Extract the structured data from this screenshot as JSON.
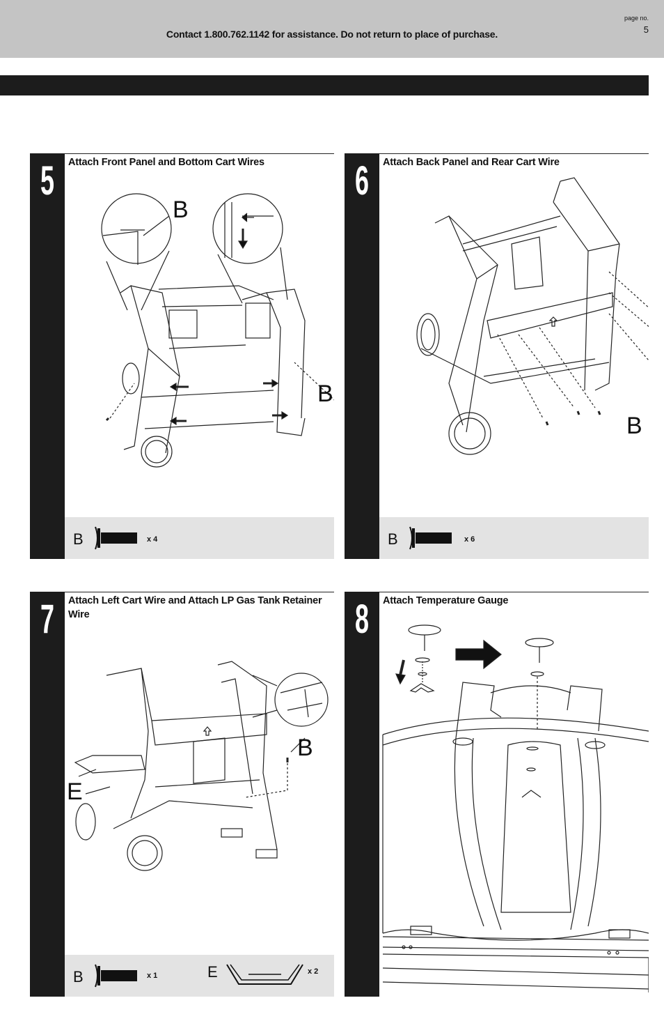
{
  "header": {
    "contact_text": "Contact 1.800.762.1142 for assistance. Do not return to place of purchase.",
    "page_label": "page no.",
    "page_number": "5"
  },
  "steps": [
    {
      "number": "5",
      "title": "Attach Front Panel and Bottom Cart Wires",
      "callouts": [
        "B",
        "B"
      ],
      "parts": [
        {
          "letter": "B",
          "count": "x 4"
        }
      ]
    },
    {
      "number": "6",
      "title": "Attach Back Panel and Rear Cart Wire",
      "callouts": [
        "B"
      ],
      "parts": [
        {
          "letter": "B",
          "count": "x 6"
        }
      ]
    },
    {
      "number": "7",
      "title": "Attach Left Cart Wire and Attach LP Gas Tank Retainer Wire",
      "callouts": [
        "B",
        "E"
      ],
      "parts": [
        {
          "letter": "B",
          "count": "x 1"
        },
        {
          "letter": "E",
          "count": "x 2"
        }
      ]
    },
    {
      "number": "8",
      "title": "Attach Temperature Gauge",
      "callouts": [],
      "parts": []
    }
  ]
}
